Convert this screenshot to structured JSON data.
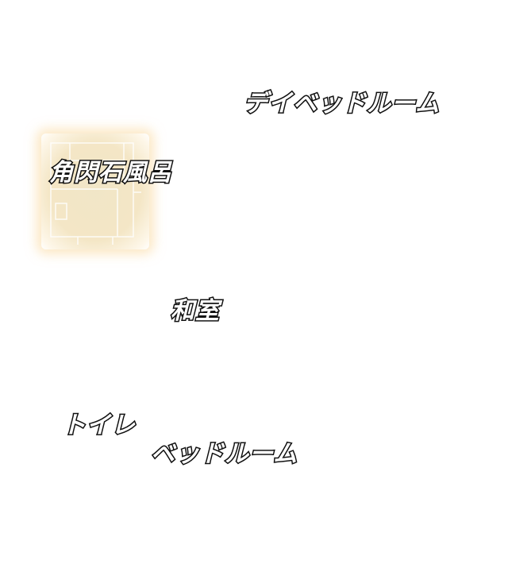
{
  "rooms": {
    "daybed": "デイベッドルーム",
    "bath": "角閃石風呂",
    "washitsu": "和室",
    "toilet": "トイレ",
    "bedroom": "ベッドルーム"
  },
  "colors": {
    "highlight": "#f2e6c4",
    "glow": "#fad696",
    "label_fill": "#ffffff",
    "label_stroke": "#111111"
  }
}
